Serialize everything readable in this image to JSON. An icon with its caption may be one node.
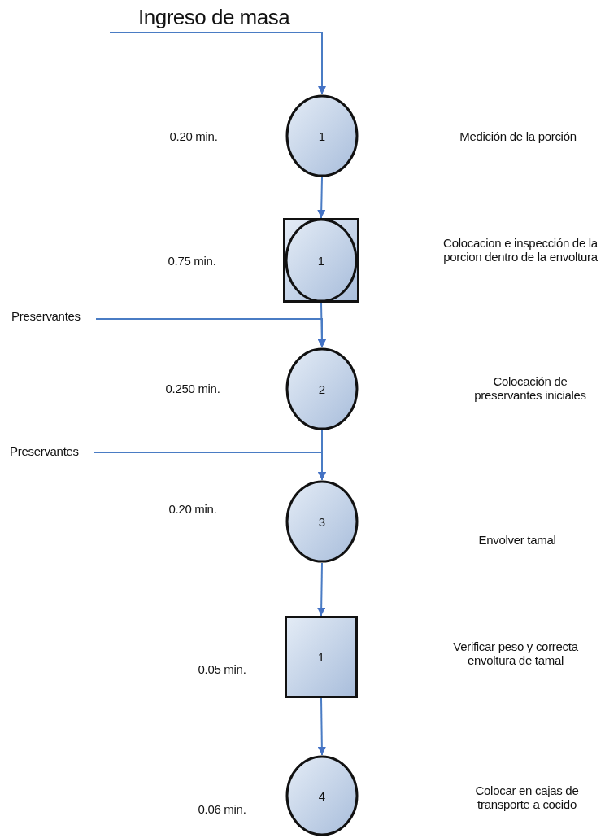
{
  "diagram": {
    "nodes": [
      {
        "text": [
          "1"
        ]
      },
      {
        "text": [
          "1"
        ]
      },
      {
        "text": [
          "2"
        ]
      },
      {
        "text": [
          "3"
        ]
      },
      {
        "text": [
          "1"
        ]
      },
      {
        "text": [
          "4"
        ]
      },
      {
        "text": [
          "Preservantes"
        ]
      },
      {
        "text": [
          "Preservantes"
        ]
      }
    ],
    "edges": [
      {
        "from": null,
        "to": 0,
        "arrow": "to",
        "label": "Ingreso de masa"
      },
      {
        "from": 0,
        "to": 1,
        "arrow": "to"
      },
      {
        "from": 1,
        "to": 2,
        "arrow": "to"
      },
      {
        "from": 2,
        "to": 3,
        "arrow": "to"
      },
      {
        "from": 3,
        "to": 4,
        "arrow": "to"
      },
      {
        "from": 4,
        "to": 5,
        "arrow": "to"
      },
      {
        "from": 6,
        "to": 2,
        "arrow": "to"
      },
      {
        "from": 7,
        "to": 3,
        "arrow": "to"
      }
    ],
    "labels": [
      "0.20 min.",
      "Medición de la porción",
      "0.75 min.",
      "Colocacion e inspección de la porcion dentro de la envoltura",
      "0.250 min.",
      "Colocación de preservantes iniciales",
      "0.20 min.",
      "Envolver tamal",
      "0.05 min.",
      "Verificar peso y correcta envoltura de tamal",
      "0.06 min.",
      "Colocar en cajas de transporte a cocido"
    ]
  }
}
